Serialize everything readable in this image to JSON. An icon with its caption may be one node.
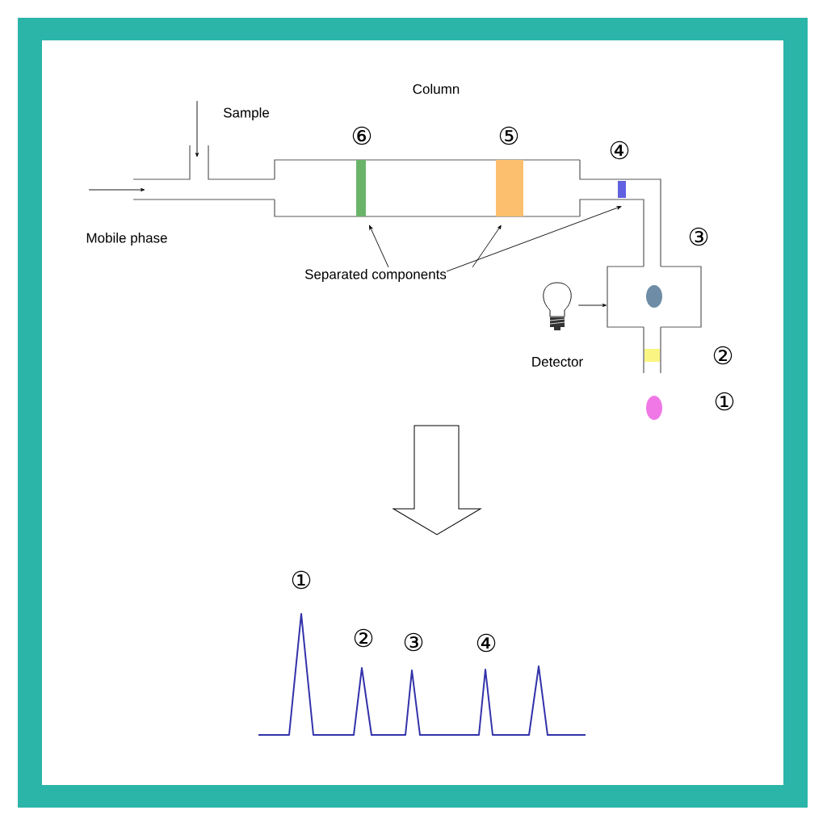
{
  "diagram": {
    "nodes": [
      {
        "text": [
          "Column"
        ]
      },
      {
        "text": [],
        "shape": "bar",
        "in": 0,
        "beside": [
          "⑥"
        ]
      },
      {
        "text": [],
        "shape": "bar",
        "in": 0,
        "beside": [
          "⑤"
        ]
      },
      {
        "text": [],
        "shape": "bar",
        "beside": [
          "④"
        ]
      },
      {
        "text": [
          "Separated components"
        ]
      },
      {
        "text": [
          "Detector"
        ]
      },
      {
        "text": [],
        "shape": "box",
        "beside": [
          "③"
        ]
      }
    ],
    "edges": [
      {
        "from": 4,
        "to": 1,
        "arrow": "to"
      },
      {
        "from": 4,
        "to": 2,
        "arrow": "to"
      },
      {
        "from": 4,
        "to": 3,
        "arrow": "to"
      },
      {
        "from": 5,
        "to": 6,
        "arrow": "to"
      }
    ],
    "labels": [
      "Sample",
      "Mobile phase",
      "②",
      "①",
      "①",
      "②",
      "③",
      "④"
    ]
  }
}
